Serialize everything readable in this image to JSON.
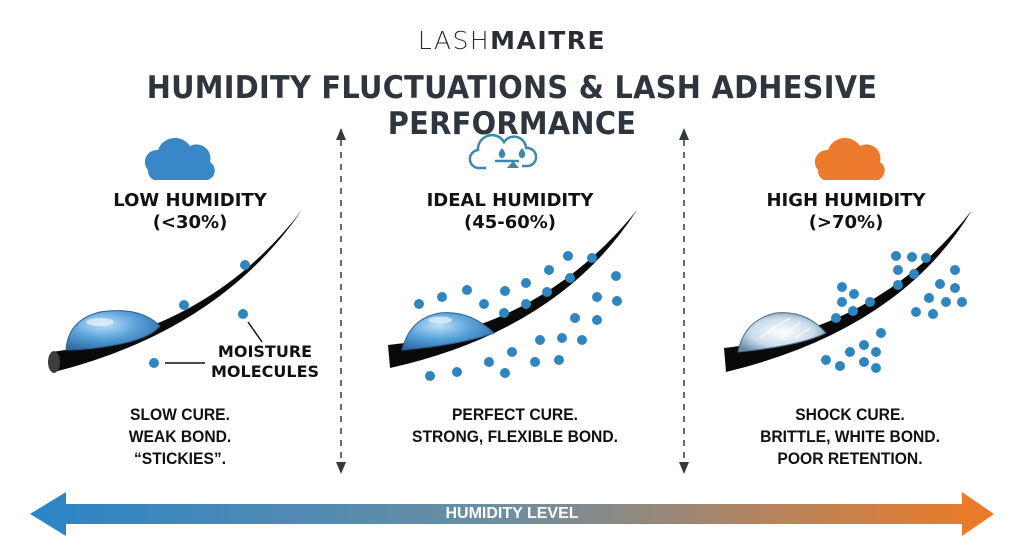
{
  "brand": {
    "light": "LASH",
    "bold": "MAITRE"
  },
  "title": "HUMIDITY FLUCTUATIONS & LASH ADHESIVE PERFORMANCE",
  "panels": [
    {
      "id": "low",
      "icon": "cloud-icon",
      "icon_color": "#3a87c8",
      "title": "LOW HUMIDITY",
      "range": "(<30%)",
      "effect_lines": [
        "SLOW CURE.",
        "WEAK BOND.",
        "“STICKIES”."
      ]
    },
    {
      "id": "ideal",
      "icon": "cloud-water-balance-icon",
      "icon_color": "#3b8aa8",
      "title": "IDEAL HUMIDITY",
      "range": "(45-60%)",
      "effect_lines": [
        "PERFECT CURE.",
        "STRONG, FLEXIBLE BOND."
      ]
    },
    {
      "id": "high",
      "icon": "cloud-icon",
      "icon_color": "#ee7a2e",
      "title": "HIGH HUMIDITY",
      "range": "(>70%)",
      "effect_lines": [
        "SHOCK CURE.",
        "BRITTLE, WHITE BOND.",
        "POOR RETENTION."
      ]
    }
  ],
  "annotation": {
    "line1": "MOISTURE",
    "line2": "MOLECULES"
  },
  "axis": {
    "label": "HUMIDITY LEVEL",
    "color_low": "#2a85c8",
    "color_high": "#f07a25"
  },
  "colors": {
    "molecule": "#2f86bf",
    "lash": "#0a0a0a",
    "divider": "#333a42"
  }
}
